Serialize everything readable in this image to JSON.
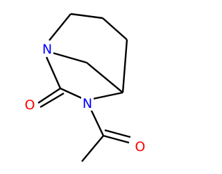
{
  "molecule": {
    "atoms": [
      {
        "id": "N1",
        "symbol": "N",
        "color": "#0000ff"
      },
      {
        "id": "N2",
        "symbol": "N",
        "color": "#0000ff"
      },
      {
        "id": "O1",
        "symbol": "O",
        "color": "#ff0000"
      },
      {
        "id": "O2",
        "symbol": "O",
        "color": "#ff0000"
      }
    ],
    "bond_color": "#000000",
    "background": "#ffffff"
  }
}
